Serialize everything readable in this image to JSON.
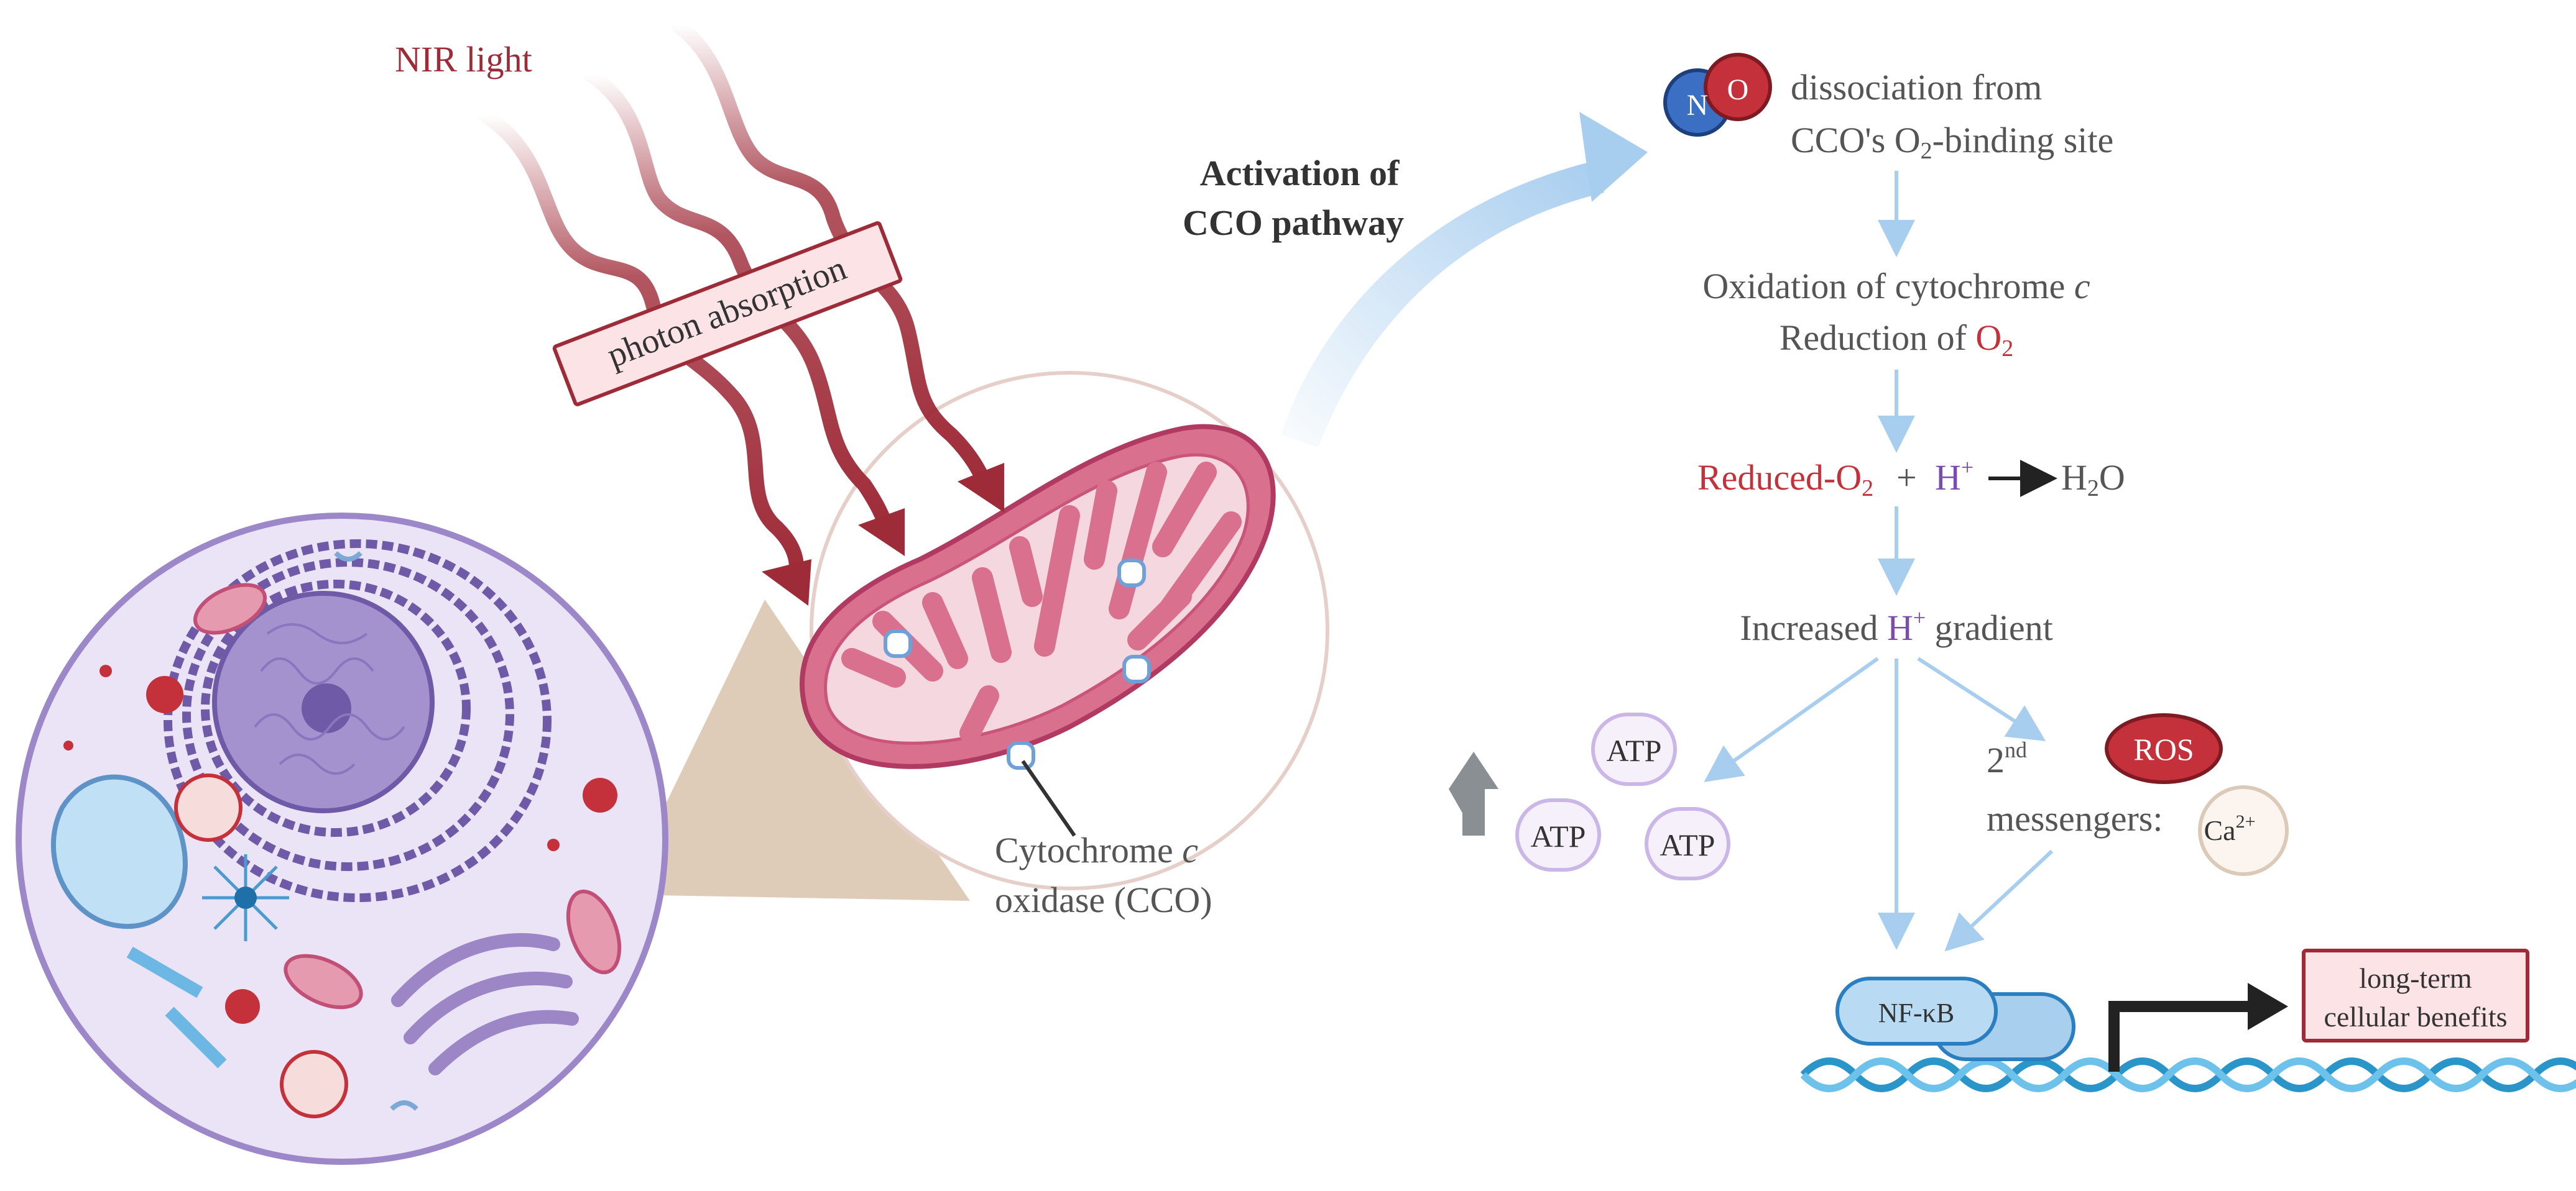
{
  "colors": {
    "nir_red": "#9e2b38",
    "flow_blue": "#a7cdef",
    "ox_red": "#c4313a",
    "h_purple": "#7b4bb0",
    "text_gray": "#555555",
    "mito_pink": "#d9708e",
    "cell_purple": "#e9e2f5"
  },
  "left": {
    "nir_label": "NIR light",
    "photon_label": "photon absorption",
    "cco_label_1": "Cytochrome ",
    "cco_label_c": "c",
    "cco_label_2": "oxidase (CCO)"
  },
  "middle": {
    "pathway_line1": "Activation of",
    "pathway_line2": "CCO pathway"
  },
  "flow": {
    "no_n": "N",
    "no_o": "O",
    "dissociation_1": "dissociation from",
    "dissociation_2a": "CCO's O",
    "dissociation_2sub": "2",
    "dissociation_2b": "-binding site",
    "oxidation_a": "Oxidation of cytochrome ",
    "oxidation_c": "c",
    "reduction_a": "Reduction of ",
    "reduction_o": "O",
    "reduction_sub": "2",
    "reduced_a": "Reduced-O",
    "reduced_sub": "2",
    "plus": "+",
    "h": "H",
    "h_sup": "+",
    "water_a": "H",
    "water_sub": "2",
    "water_b": "O",
    "gradient_a": "Increased ",
    "gradient_h": "H",
    "gradient_sup": "+",
    "gradient_b": " gradient"
  },
  "outputs": {
    "atp": [
      "ATP",
      "ATP",
      "ATP"
    ],
    "second_num": "2",
    "second_sup": "nd",
    "messengers": "messengers:",
    "ros": "ROS",
    "ca": "Ca",
    "ca_sup": "2+",
    "nfkb": "NF-κB",
    "benefit_1": "long-term",
    "benefit_2": "cellular benefits"
  },
  "icons": [
    "nir-wave-icon",
    "mitochondrion-icon",
    "cell-icon",
    "nitric-oxide-icon",
    "dna-helix-icon",
    "up-arrow-icon"
  ]
}
